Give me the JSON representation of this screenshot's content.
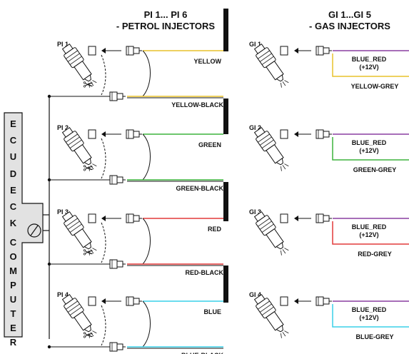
{
  "header": {
    "petrol_line1": "PI 1... PI 6",
    "petrol_line2": "- PETROL INJECTORS",
    "gas_line1": "GI 1...GI 5",
    "gas_line2": "- GAS INJECTORS"
  },
  "ecu": {
    "letters": [
      "E",
      "C",
      "U",
      "D",
      "E",
      "C",
      "K",
      "C",
      "O",
      "M",
      "P",
      "U",
      "T",
      "E",
      "R"
    ]
  },
  "petrol": [
    {
      "id": "PI 1",
      "signal": "YELLOW",
      "ground": "YELLOW-BLACK",
      "color": "#e8c22c"
    },
    {
      "id": "PI 2",
      "signal": "GREEN",
      "ground": "GREEN-BLACK",
      "color": "#3db43d"
    },
    {
      "id": "PI 3",
      "signal": "RED",
      "ground": "RED-BLACK",
      "color": "#e23a3a"
    },
    {
      "id": "PI 4",
      "signal": "BLUE",
      "ground": "BLUE-BLACK",
      "color": "#3ad0e8"
    }
  ],
  "gas": [
    {
      "id": "GI 1",
      "supply": "BLUE_RED",
      "voltage": "(+12V)",
      "ground": "YELLOW-GREY",
      "color": "#e8c22c"
    },
    {
      "id": "GI 2",
      "supply": "BLUE_RED",
      "voltage": "(+12V)",
      "ground": "GREEN-GREY",
      "color": "#3db43d"
    },
    {
      "id": "GI 3",
      "supply": "BLUE_RED",
      "voltage": "(+12V)",
      "ground": "RED-GREY",
      "color": "#e23a3a"
    },
    {
      "id": "GI 4",
      "supply": "BLUE_RED",
      "voltage": "(+12V)",
      "ground": "BLUE-GREY",
      "color": "#3ad0e8"
    }
  ],
  "colors": {
    "blue_red_wire": "#8a3fa0",
    "harness": "#111111",
    "ecu_fill": "#e2e2e2"
  }
}
